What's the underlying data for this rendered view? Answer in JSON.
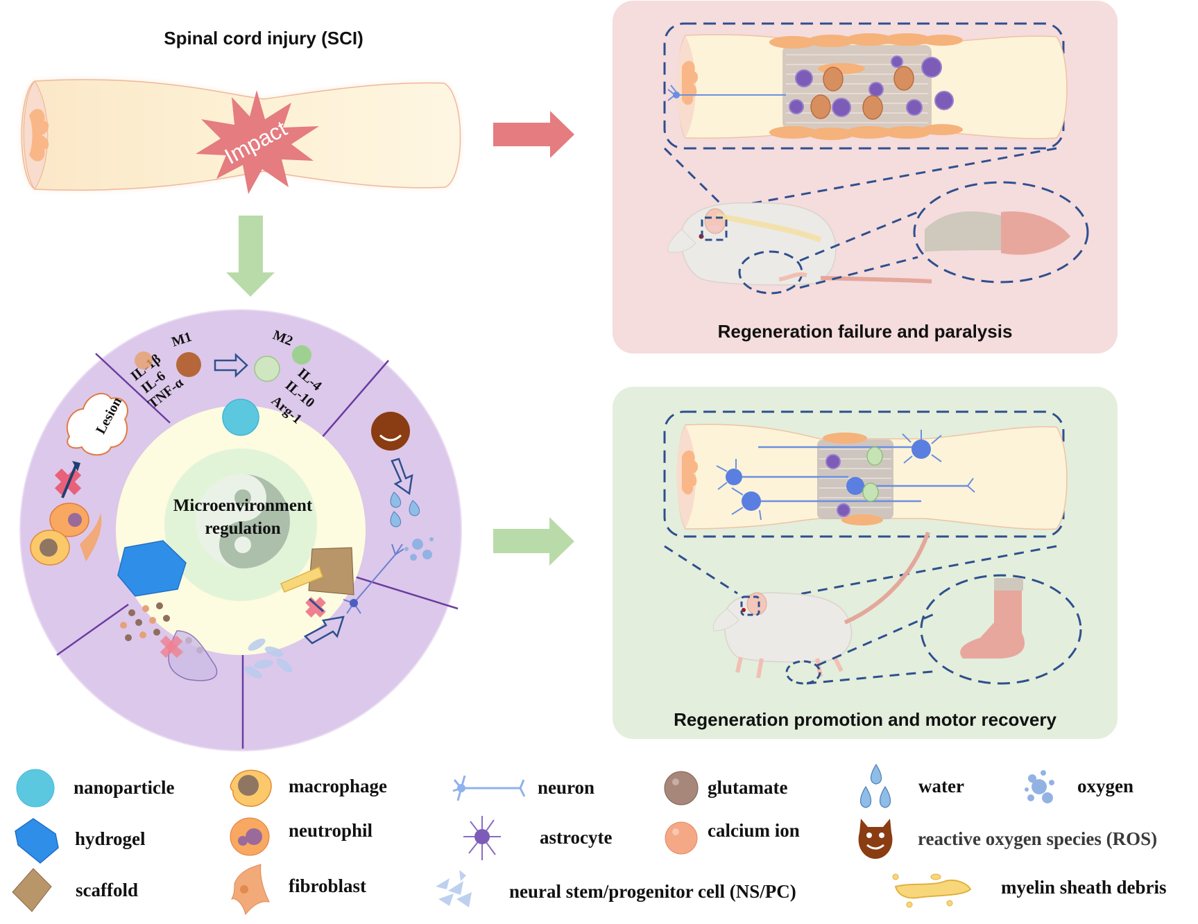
{
  "figure": {
    "title": "Spinal cord injury (SCI)",
    "impact_label": "Impact",
    "arrow_colors": {
      "failure": "#e47c80",
      "recovery": "#b9dba9"
    },
    "outcomes": {
      "failure": {
        "title": "Regeneration failure and paralysis",
        "background": "#f5dcdd"
      },
      "recovery": {
        "title": "Regeneration promotion and motor recovery",
        "background": "#e3eedc"
      }
    },
    "wheel": {
      "center_title_line1": "Microenvironment",
      "center_title_line2": "regulation",
      "ring_color": "#dcc8ea",
      "inner_color": "#fdfbe0",
      "core_color": "#d9f3d6",
      "macrophage_polarization": {
        "m1_label": "M1",
        "m1_cytokines": [
          "IL-1β",
          "IL-6",
          "TNF-α"
        ],
        "m2_label": "M2",
        "m2_cytokines": [
          "IL-4",
          "IL-10",
          "Arg-1"
        ]
      },
      "lesion_label": "Lesion",
      "sectors": [
        "macrophage polarization (M1 → M2)",
        "ROS scavenging (water, oxygen)",
        "neural stem/progenitor cell differentiation into neurons, myelin debris inhibition",
        "glutamate and calcium ion excitotoxicity blocking",
        "inflammatory cell infiltration and lesion expansion inhibition"
      ],
      "materials": [
        "nanoparticle",
        "hydrogel",
        "scaffold"
      ]
    }
  },
  "legend": {
    "items": [
      {
        "icon": "nanoparticle-icon",
        "label": "nanoparticle"
      },
      {
        "icon": "macrophage-icon",
        "label": "macrophage"
      },
      {
        "icon": "neuron-icon",
        "label": "neuron"
      },
      {
        "icon": "glutamate-icon",
        "label": "glutamate"
      },
      {
        "icon": "water-icon",
        "label": "water"
      },
      {
        "icon": "oxygen-icon",
        "label": "oxygen"
      },
      {
        "icon": "hydrogel-icon",
        "label": "hydrogel"
      },
      {
        "icon": "neutrophil-icon",
        "label": "neutrophil"
      },
      {
        "icon": "astrocyte-icon",
        "label": "astrocyte"
      },
      {
        "icon": "calcium-ion-icon",
        "label": "calcium ion"
      },
      {
        "icon": "ros-icon",
        "label": "reactive oxygen species (ROS)"
      },
      {
        "icon": "scaffold-icon",
        "label": "scaffold"
      },
      {
        "icon": "fibroblast-icon",
        "label": "fibroblast"
      },
      {
        "icon": "nspc-icon",
        "label": "neural stem/progenitor cell (NS/PC)"
      },
      {
        "icon": "myelin-debris-icon",
        "label": "myelin sheath debris"
      }
    ]
  }
}
